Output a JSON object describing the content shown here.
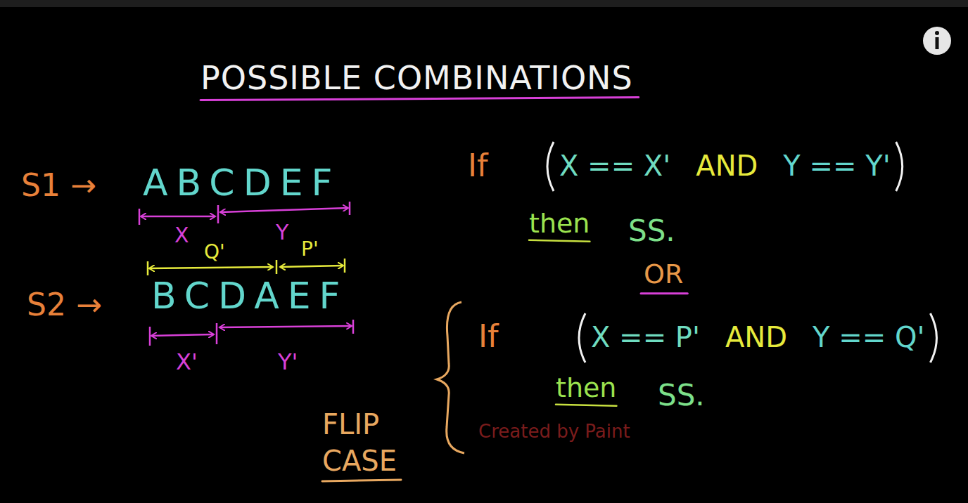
{
  "diagram": {
    "title": "POSSIBLE COMBINATIONS",
    "labels": [
      "S1 →",
      "ABCDEF",
      "X",
      "Y",
      "Q'",
      "P'",
      "S2 →",
      "BCDAEF",
      "X'",
      "Y'",
      "If",
      "X == X'",
      "AND",
      "Y == Y'",
      "then",
      "SS.",
      "OR",
      "If",
      "X == P'",
      "AND",
      "Y == Q'",
      "then",
      "SS.",
      "FLIP CASE",
      "Created by Paint"
    ]
  }
}
